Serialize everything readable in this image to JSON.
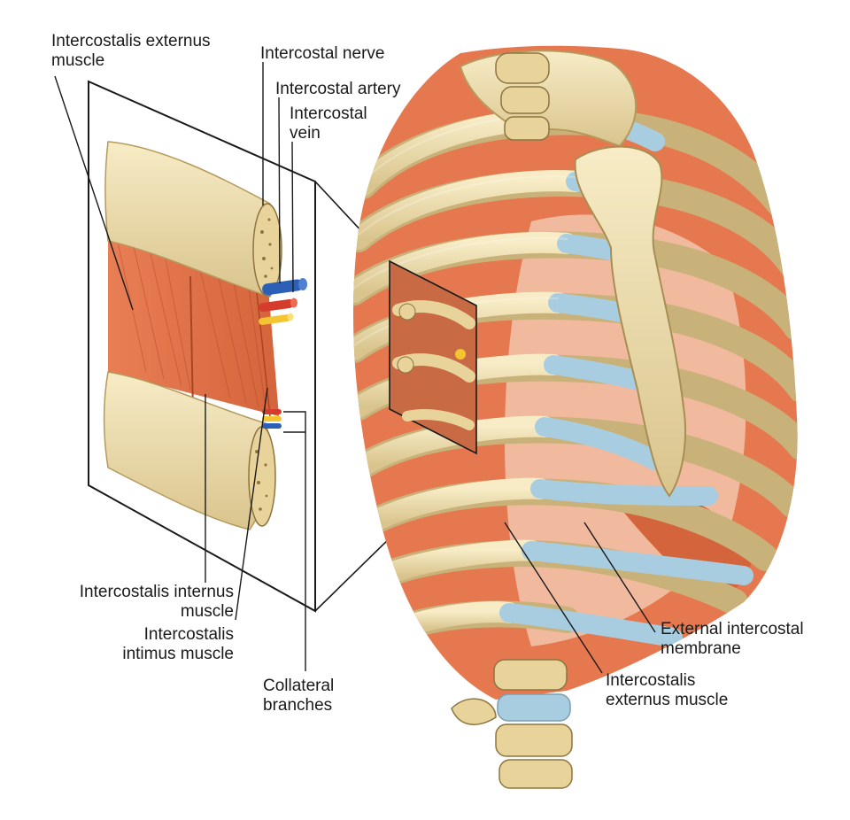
{
  "labels": {
    "intercostalis_externus_top": [
      "Intercostalis externus",
      "muscle"
    ],
    "intercostal_nerve": [
      "Intercostal nerve"
    ],
    "intercostal_artery": [
      "Intercostal artery"
    ],
    "intercostal_vein": [
      "Intercostal",
      "vein"
    ],
    "intercostalis_internus": [
      "Intercostalis internus",
      "muscle"
    ],
    "intercostalis_intimus": [
      "Intercostalis",
      "intimus muscle"
    ],
    "collateral_branches": [
      "Collateral",
      "branches"
    ],
    "external_intercostal_membrane": [
      "External intercostal",
      "membrane"
    ],
    "intercostalis_externus_bottom": [
      "Intercostalis",
      "externus muscle"
    ]
  },
  "colors": {
    "muscle": "#e5784f",
    "muscle_dark": "#c85a34",
    "bone": "#f0e1b0",
    "bone_shadow": "#c9b27a",
    "cartilage": "#a9cde0",
    "membrane": "#f3c4ab",
    "nerve": "#f5c431",
    "artery": "#d63c2c",
    "vein": "#2c5fb6",
    "leader_line": "#1a1a1a"
  }
}
